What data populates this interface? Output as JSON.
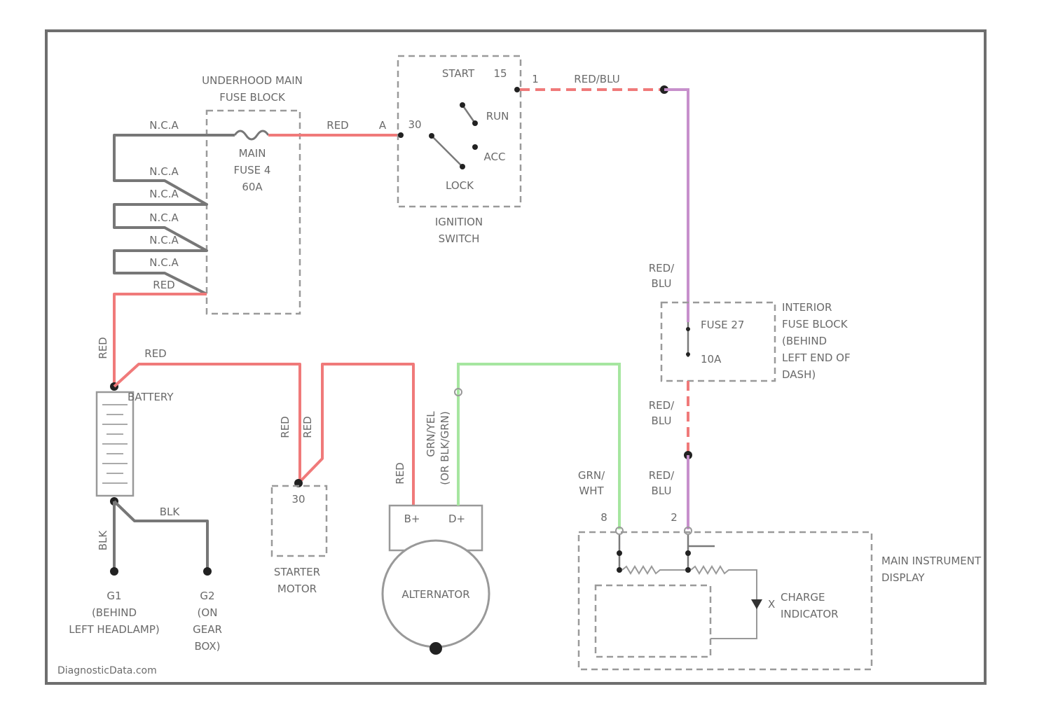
{
  "fuse_block": {
    "title_1": "UNDERHOOD MAIN",
    "title_2": "FUSE BLOCK",
    "fuse_1": "MAIN",
    "fuse_2": "FUSE 4",
    "fuse_3": "60A"
  },
  "fuse_block_wires": [
    "N.C.A",
    "N.C.A",
    "N.C.A",
    "N.C.A",
    "N.C.A",
    "N.C.A",
    "RED"
  ],
  "wires": {
    "red_fuse_to_switch": "RED",
    "red_blu_top": "RED/BLU",
    "red_vertical_battery": "RED",
    "red_battery_horizontal": "RED",
    "starter_wire_a": "RED",
    "starter_wire_b": "RED",
    "alternator_red": "RED",
    "alternator_green": "GRN/YEL",
    "alternator_green_note": "(OR BLK/GRN)",
    "red_blu_1": [
      "RED/",
      "BLU"
    ],
    "red_blu_2": [
      "RED/",
      "BLU"
    ],
    "red_blu_3": [
      "RED/",
      "BLU"
    ],
    "grn_wht": [
      "GRN/",
      "WHT"
    ],
    "blk_horizontal": "BLK",
    "blk_vertical": "BLK"
  },
  "ignition_switch": {
    "start": "START",
    "pin_15": "15",
    "pin_30": "30",
    "run": "RUN",
    "acc": "ACC",
    "lock": "LOCK",
    "label_1": "IGNITION",
    "label_2": "SWITCH",
    "pin_a": "A",
    "pin_b": "1"
  },
  "interior_fuse_block": {
    "fuse": "FUSE 27",
    "rating": "10A",
    "label": [
      "INTERIOR",
      "FUSE BLOCK",
      "(BEHIND",
      "LEFT END OF",
      "DASH)"
    ]
  },
  "battery": {
    "label": "BATTERY"
  },
  "starter": {
    "pin": "30",
    "label_1": "STARTER",
    "label_2": "MOTOR"
  },
  "alternator": {
    "pin_b": "B+",
    "pin_d": "D+",
    "label": "ALTERNATOR"
  },
  "grounds": {
    "g1": [
      "G1",
      "(BEHIND",
      "LEFT HEADLAMP)"
    ],
    "g2": [
      "G2",
      "(ON",
      "GEAR",
      "BOX)"
    ]
  },
  "instrument": {
    "pin_8": "8",
    "pin_2": "2",
    "label_1": "MAIN INSTRUMENT",
    "label_2": "DISPLAY",
    "indicator_1": "CHARGE",
    "indicator_2": "INDICATOR",
    "pin_x": "X"
  },
  "watermark": "DiagnosticData.com"
}
